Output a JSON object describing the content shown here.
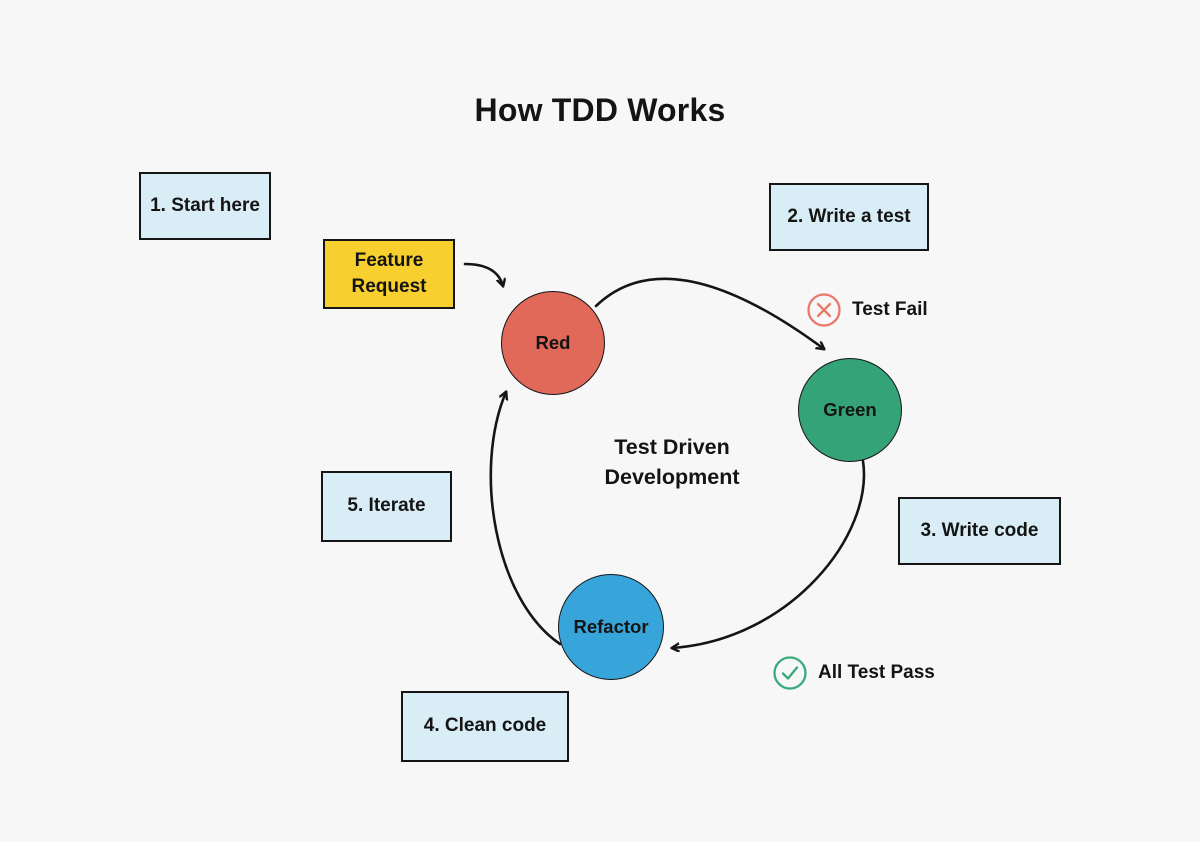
{
  "diagram": {
    "title": "How TDD Works",
    "center_label": "Test Driven Development",
    "steps": [
      {
        "label": "1. Start here"
      },
      {
        "label": "2. Write a test"
      },
      {
        "label": "3. Write code"
      },
      {
        "label": "4. Clean code"
      },
      {
        "label": "5. Iterate"
      }
    ],
    "feature_box": {
      "label": "Feature Request",
      "color": "#f7cf2e"
    },
    "nodes": [
      {
        "id": "red",
        "label": "Red",
        "color": "#e0695a"
      },
      {
        "id": "green",
        "label": "Green",
        "color": "#34a377"
      },
      {
        "id": "refactor",
        "label": "Refactor",
        "color": "#37a5da"
      }
    ],
    "annotations": [
      {
        "icon": "test-fail-cross-icon",
        "label": "Test Fail",
        "color": "#e8796a"
      },
      {
        "icon": "all-test-pass-check-icon",
        "label": "All Test Pass",
        "color": "#3aaa7c"
      }
    ],
    "colors": {
      "background": "#f7f7f7",
      "step_box_fill": "#d8edf6",
      "outline": "#151515",
      "text": "#141414"
    }
  }
}
